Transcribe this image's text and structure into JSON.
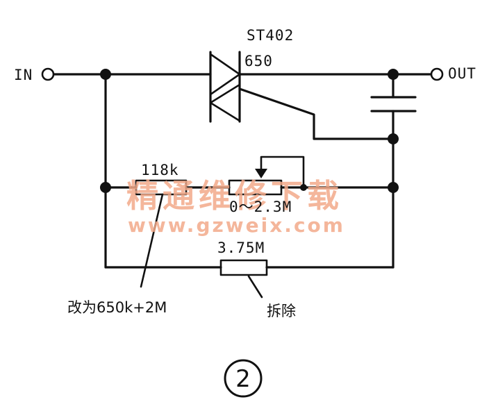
{
  "labels": {
    "input": "IN",
    "output": "OUT",
    "triac_model": "ST402",
    "triac_value": "650",
    "resistor_fixed": "118k",
    "potentiometer_range": "0～2.3M",
    "resistor_bottom": "3.75M",
    "note_change": "改为650k+2M",
    "note_remove": "拆除",
    "figure_number": "2"
  },
  "watermark": {
    "title": "精通维修下载",
    "url": "www.gzweix.com",
    "color": "#f2a98a"
  },
  "colors": {
    "ink": "#111111",
    "background": "#ffffff"
  }
}
